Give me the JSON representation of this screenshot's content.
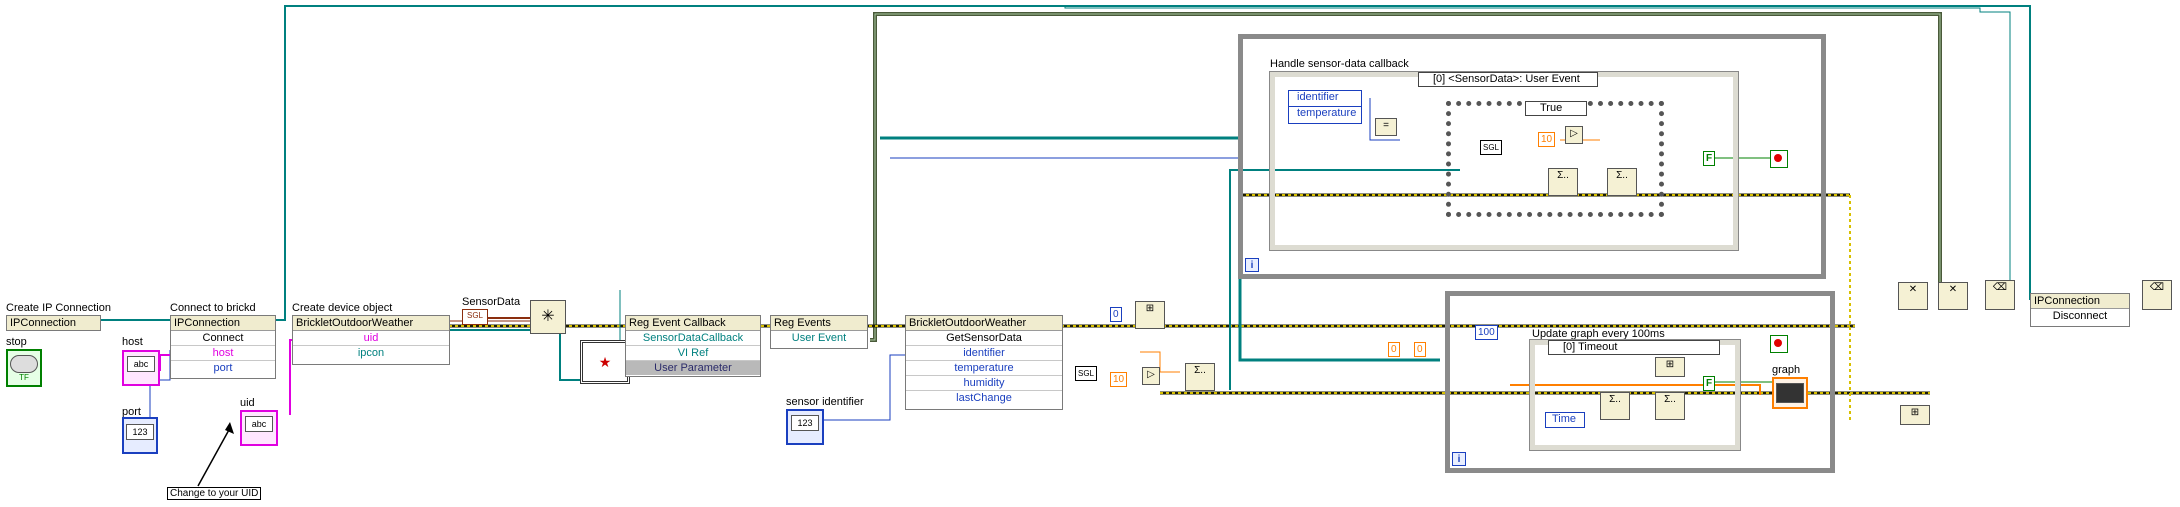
{
  "labels": {
    "create_ip": "Create IP Connection",
    "connect_brickd": "Connect to brickd",
    "create_device": "Create device object",
    "sensor_data": "SensorData",
    "stop": "stop",
    "host": "host",
    "port": "port",
    "uid": "uid",
    "change_uid": "Change to your UID",
    "sensor_identifier": "sensor identifier",
    "handle_callback": "Handle sensor-data callback",
    "update_graph": "Update graph every 100ms",
    "graph": "graph"
  },
  "nodes": {
    "ipconnection_create": "IPConnection",
    "ipconnection_connect": {
      "title": "IPConnection",
      "method": "Connect",
      "inputs": [
        "host",
        "port"
      ]
    },
    "bricklet_create": {
      "title": "BrickletOutdoorWeather",
      "inputs": [
        "uid",
        "ipcon"
      ]
    },
    "reg_event_callback": {
      "title": "Reg Event Callback",
      "rows": [
        "SensorDataCallback",
        "VI Ref",
        "User Parameter"
      ]
    },
    "reg_events": {
      "title": "Reg Events",
      "rows": [
        "User Event"
      ]
    },
    "bricklet_get": {
      "title": "BrickletOutdoorWeather",
      "method": "GetSensorData",
      "outputs": [
        "identifier",
        "temperature",
        "humidity",
        "lastChange"
      ]
    },
    "ipconnection_disconnect": {
      "title": "IPConnection",
      "method": "Disconnect"
    }
  },
  "event_case": {
    "selector": "[0] <SensorData>: User Event",
    "cluster_fields": [
      "identifier",
      "temperature"
    ],
    "case_selector": "True",
    "const_10": "10",
    "sgl": "SGL",
    "iteration": "i",
    "bool_const": "F"
  },
  "timeout_case": {
    "selector": "[0] Timeout",
    "const_100": "100",
    "const_0a": "0",
    "const_0b": "0",
    "time_field": "Time",
    "iteration": "i",
    "bool_const": "F"
  },
  "mid": {
    "const_0": "0",
    "const_10": "10",
    "sgl": "SGL"
  },
  "colors": {
    "wire_refnum": "#00807f",
    "wire_cluster": "#8b2e0e",
    "wire_string": "#e000e0",
    "wire_int": "#1a3fbf",
    "wire_float": "#ff7f00",
    "wire_bool": "#008000",
    "wire_error": "#c8b400",
    "structure": "#8a8a8a"
  }
}
